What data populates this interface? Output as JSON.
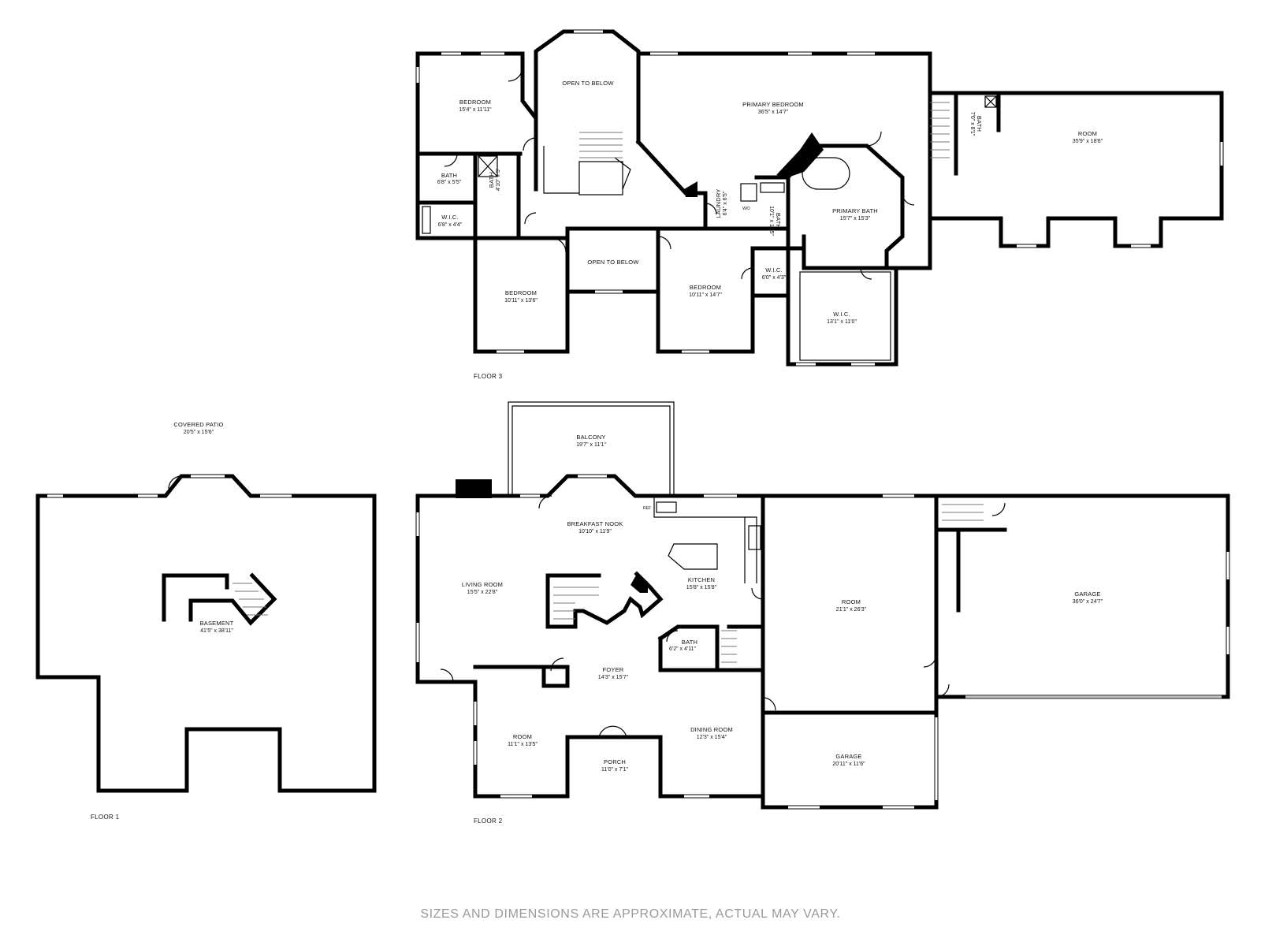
{
  "floors": [
    {
      "label": "FLOOR 1",
      "rooms": [
        {
          "name": "COVERED PATIO",
          "dim": "20'5\" x 15'6\""
        },
        {
          "name": "BASEMENT",
          "dim": "41'5\" x 38'11\""
        }
      ]
    },
    {
      "label": "FLOOR 2",
      "rooms": [
        {
          "name": "BALCONY",
          "dim": "19'7\" x 11'1\""
        },
        {
          "name": "BREAKFAST NOOK",
          "dim": "10'10\" x 11'9\""
        },
        {
          "name": "LIVING ROOM",
          "dim": "15'5\" x 22'8\""
        },
        {
          "name": "KITCHEN",
          "dim": "15'8\" x 15'8\""
        },
        {
          "name": "ROOM",
          "dim": "21'1\" x 26'3\""
        },
        {
          "name": "GARAGE",
          "dim": "36'0\" x 24'7\""
        },
        {
          "name": "BATH",
          "dim": "6'2\" x 4'11\""
        },
        {
          "name": "FOYER",
          "dim": "14'3\" x 15'7\""
        },
        {
          "name": "ROOM",
          "dim": "11'1\" x 13'5\""
        },
        {
          "name": "DINING ROOM",
          "dim": "12'3\" x 15'4\""
        },
        {
          "name": "PORCH",
          "dim": "11'0\" x 7'1\""
        },
        {
          "name": "GARAGE",
          "dim": "20'11\" x 11'6\""
        }
      ],
      "fixture_labels": {
        "refrigerator": "REF"
      }
    },
    {
      "label": "FLOOR 3",
      "rooms": [
        {
          "name": "BEDROOM",
          "dim": "15'4\" x 11'11\""
        },
        {
          "name": "OPEN TO BELOW",
          "dim": ""
        },
        {
          "name": "PRIMARY BEDROOM",
          "dim": "36'5\" x 14'7\""
        },
        {
          "name": "ROOM",
          "dim": "35'9\" x 18'6\""
        },
        {
          "name": "BATH",
          "dim": "6'8\" x 5'5\""
        },
        {
          "name": "BATH",
          "dim": "4'10\" x 5'"
        },
        {
          "name": "W.I.C.",
          "dim": "6'8\" x 4'4\""
        },
        {
          "name": "LAUNDRY",
          "dim": "6'4\" x 6'5\""
        },
        {
          "name": "BATH",
          "dim": "10'1\" x 11'5\""
        },
        {
          "name": "PRIMARY BATH",
          "dim": "15'7\" x 15'3\""
        },
        {
          "name": "BATH",
          "dim": "7'0\" x 8'1\""
        },
        {
          "name": "OPEN TO BELOW",
          "dim": ""
        },
        {
          "name": "BEDROOM",
          "dim": "10'11\" x 13'6\""
        },
        {
          "name": "BEDROOM",
          "dim": "10'11\" x 14'7\""
        },
        {
          "name": "W.I.C.",
          "dim": "6'0\" x 4'3\""
        },
        {
          "name": "W.I.C.",
          "dim": "13'1\" x 11'0\""
        }
      ],
      "fixture_labels": {
        "washer_dryer": "W/D"
      }
    }
  ],
  "disclaimer": "SIZES AND DIMENSIONS ARE APPROXIMATE, ACTUAL MAY VARY."
}
